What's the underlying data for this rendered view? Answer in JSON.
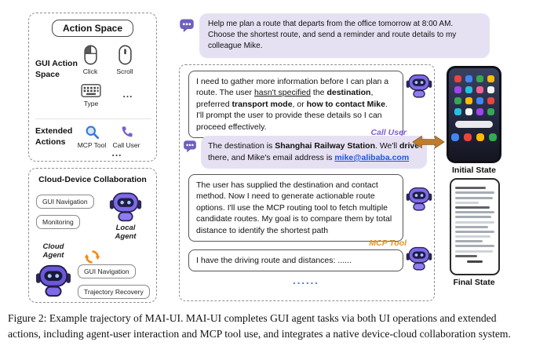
{
  "colors": {
    "user_bubble": "#e6e0f3",
    "call_user_label": "#7d5fd6",
    "mcp_tool_label": "#e2941f",
    "email_link": "#1a56db",
    "state_arrow": "#bf7b2e",
    "dots": "#4a68d8"
  },
  "action_space": {
    "title": "Action Space",
    "gui_group": "GUI Action Space",
    "click": "Click",
    "scroll": "Scroll",
    "type": "Type",
    "ellipsis": "...",
    "extended_group": "Extended Actions",
    "mcp_tool": "MCP Tool",
    "call_user": "Call User"
  },
  "cloud_device": {
    "title": "Cloud-Device Collaboration",
    "btn_gui_nav_local": "GUI Navigation",
    "btn_monitoring": "Monitoring",
    "local_agent": "Local Agent",
    "cloud_agent": "Cloud Agent",
    "btn_gui_nav_cloud": "GUI Navigation",
    "btn_trajectory": "Trajectory Recovery"
  },
  "chat": {
    "user_msg1": "Help me plan a route that departs from the office tomorrow at 8:00 AM. Choose the shortest route, and send a reminder and route details to my colleague Mike.",
    "agent1": {
      "p1": "I need to gather more information before I can plan a route. The user ",
      "p2": "hasn't specified",
      "p3": " the ",
      "p4": "destination",
      "p5": ", preferred ",
      "p6": "transport mode",
      "p7": ", or ",
      "p8": "how to contact Mike",
      "p9": ". I'll prompt the user to provide these details so I can proceed effectively."
    },
    "call_user_tag": "Call User",
    "user2": {
      "p1": "The destination is ",
      "p2": "Shanghai Railway Station",
      "p3": ". We'll ",
      "p4": "drive",
      "p5": " there, and Mike's email address is ",
      "p6": "mike@alibaba.com"
    },
    "agent2": "The user has supplied the destination and contact method. Now I need to generate actionable route options. I'll use the MCP routing tool to fetch multiple candidate routes. My goal is to compare them by total distance to identify the shortest path",
    "mcp_tool_tag": "MCP Tool",
    "agent3": "I have the driving route and distances: ......",
    "dots": "......"
  },
  "states": {
    "initial": "Initial State",
    "final": "Final State"
  },
  "caption": "Figure 2: Example trajectory of MAI-UI. MAI-UI completes GUI agent tasks via both UI operations and extended actions, including agent-user interaction and MCP tool use, and integrates a native device-cloud collaboration system."
}
